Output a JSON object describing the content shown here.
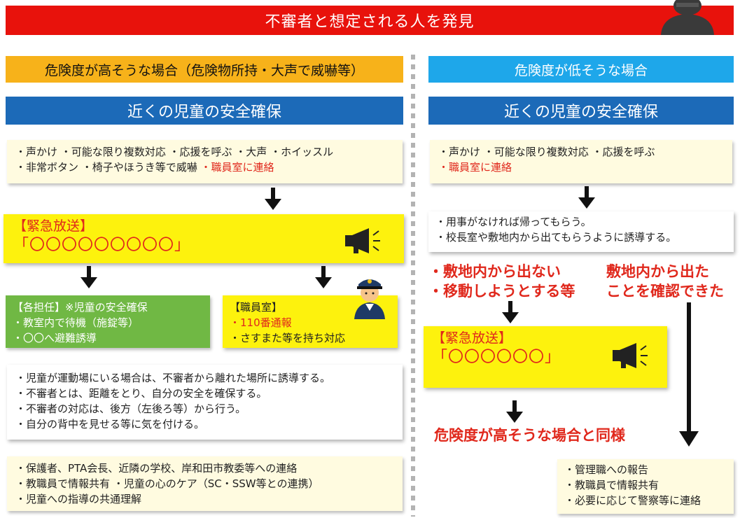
{
  "title": "不審者と想定される人を発見",
  "left": {
    "header": "危険度が高そうな場合（危険物所持・大声で威嚇等）",
    "safety_header": "近くの児童の安全確保",
    "actions": {
      "line1": "・声かけ  ・可能な限り複数対応 ・応援を呼ぶ ・大声  ・ホイッスル",
      "line2_black": "・非常ボタン  ・椅子やほうき等で威嚇  ",
      "line2_red": "・職員室に連絡"
    },
    "broadcast": {
      "title": "【緊急放送】",
      "message": "「〇〇〇〇〇〇〇〇〇」"
    },
    "homeroom": {
      "title": "【各担任】※児童の安全確保",
      "items": [
        "・教室内で待機（施錠等）",
        "・〇〇へ避難誘導"
      ]
    },
    "staff_room": {
      "title": "【職員室】",
      "call": "・110番通報",
      "action": "・さすまた等を持ち対応"
    },
    "guidance": [
      "・児童が運動場にいる場合は、不審者から離れた場所に誘導する。",
      "・不審者とは、距離をとり、自分の安全を確保する。",
      "・不審者の対応は、後方（左後ろ等）から行う。",
      "・自分の背中を見せる等に気を付ける。"
    ],
    "followup": [
      "・保護者、PTA会長、近隣の学校、岸和田市教委等への連絡",
      "・教職員で情報共有     ・児童の心のケア（SC・SSW等との連携）",
      "・児童への指導の共通理解"
    ]
  },
  "right": {
    "header": "危険度が低そうな場合",
    "safety_header": "近くの児童の安全確保",
    "actions": {
      "line1": "・声かけ  ・可能な限り複数対応  ・応援を呼ぶ",
      "line2_red": "・職員室に連絡"
    },
    "leave": [
      "・用事がなければ帰ってもらう。",
      "・校長室や敷地内から出てもらうように誘導する。"
    ],
    "not_leaving": [
      "・敷地内から出ない",
      "・移動しようとする等"
    ],
    "confirmed_left": [
      "敷地内から出た",
      "ことを確認できた"
    ],
    "broadcast": {
      "title": "【緊急放送】",
      "message": "「〇〇〇〇〇〇」"
    },
    "same_as_high": "危険度が高そうな場合と同様",
    "final": [
      "・管理職への報告",
      "・教職員で情報共有",
      "・必要に応じて警察等に連絡"
    ]
  },
  "colors": {
    "title_red": "#e8120c",
    "orange": "#f7b21a",
    "cyan": "#1ea7ea",
    "blue": "#1c6ab8",
    "yellow": "#fdf20d",
    "green": "#70b844",
    "alert_red": "#e0281c"
  },
  "icons": [
    "suspect-silhouette-icon",
    "megaphone-icon",
    "police-officer-icon",
    "arrow-down-icon"
  ]
}
